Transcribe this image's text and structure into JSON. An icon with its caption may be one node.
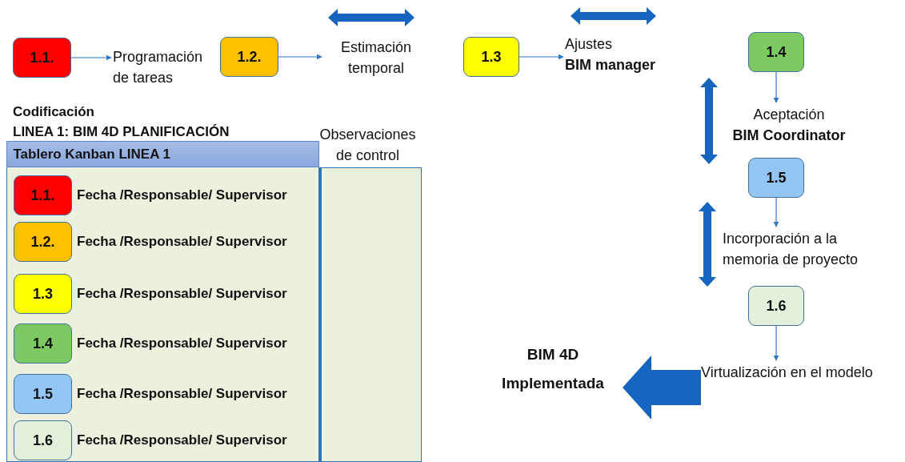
{
  "diagram": {
    "nodes": [
      {
        "text": [
          "1.1."
        ]
      },
      {
        "text": [
          "Programación de tareas"
        ]
      },
      {
        "text": [
          "1.2."
        ]
      },
      {
        "text": [
          "Estimación temporal"
        ]
      },
      {
        "text": [
          "1.3"
        ]
      },
      {
        "text": [
          "Ajustes",
          "BIM manager"
        ]
      },
      {
        "text": [
          "1.4"
        ]
      },
      {
        "text": [
          "Aceptación",
          "BIM Coordinator"
        ]
      },
      {
        "text": [
          "1.5"
        ]
      },
      {
        "text": [
          "Incorporación a la memoria de proyecto"
        ]
      },
      {
        "text": [
          "1.6"
        ]
      },
      {
        "text": [
          "Virtualización en el modelo"
        ]
      },
      {
        "text": [
          "BIM 4D Implementada"
        ]
      },
      {
        "text": [
          "Tablero Kanban LINEA 1"
        ]
      },
      {
        "text": [
          "Observaciones de control"
        ]
      },
      {
        "text": [
          "1.1."
        ],
        "in": 13,
        "beside": [
          "Fecha /Responsable/ Supervisor"
        ]
      },
      {
        "text": [
          "1.2."
        ],
        "in": 13,
        "beside": [
          "Fecha /Responsable/ Supervisor"
        ]
      },
      {
        "text": [
          "1.3"
        ],
        "in": 13,
        "beside": [
          "Fecha /Responsable/ Supervisor"
        ]
      },
      {
        "text": [
          "1.4"
        ],
        "in": 13,
        "beside": [
          "Fecha /Responsable/ Supervisor"
        ]
      },
      {
        "text": [
          "1.5"
        ],
        "in": 13,
        "beside": [
          "Fecha /Responsable/ Supervisor"
        ]
      },
      {
        "text": [
          "1.6"
        ],
        "in": 13,
        "beside": [
          "Fecha /Responsable/ Supervisor"
        ]
      }
    ],
    "edges": [
      {
        "from": 0,
        "to": 1,
        "arrow": "to"
      },
      {
        "from": 2,
        "to": 3,
        "arrow": "to"
      },
      {
        "from": 4,
        "to": 5,
        "arrow": "to"
      },
      {
        "from": 6,
        "to": 7,
        "arrow": "to"
      },
      {
        "from": 8,
        "to": 9,
        "arrow": "to"
      },
      {
        "from": 10,
        "to": 11,
        "arrow": "to"
      },
      {
        "from": 11,
        "to": 12,
        "arrow": "to",
        "style": "thick",
        "color": "#1565c0"
      }
    ],
    "labels": [
      "Codificación",
      "LINEA 1: BIM 4D PLANIFICACIÓN"
    ]
  }
}
